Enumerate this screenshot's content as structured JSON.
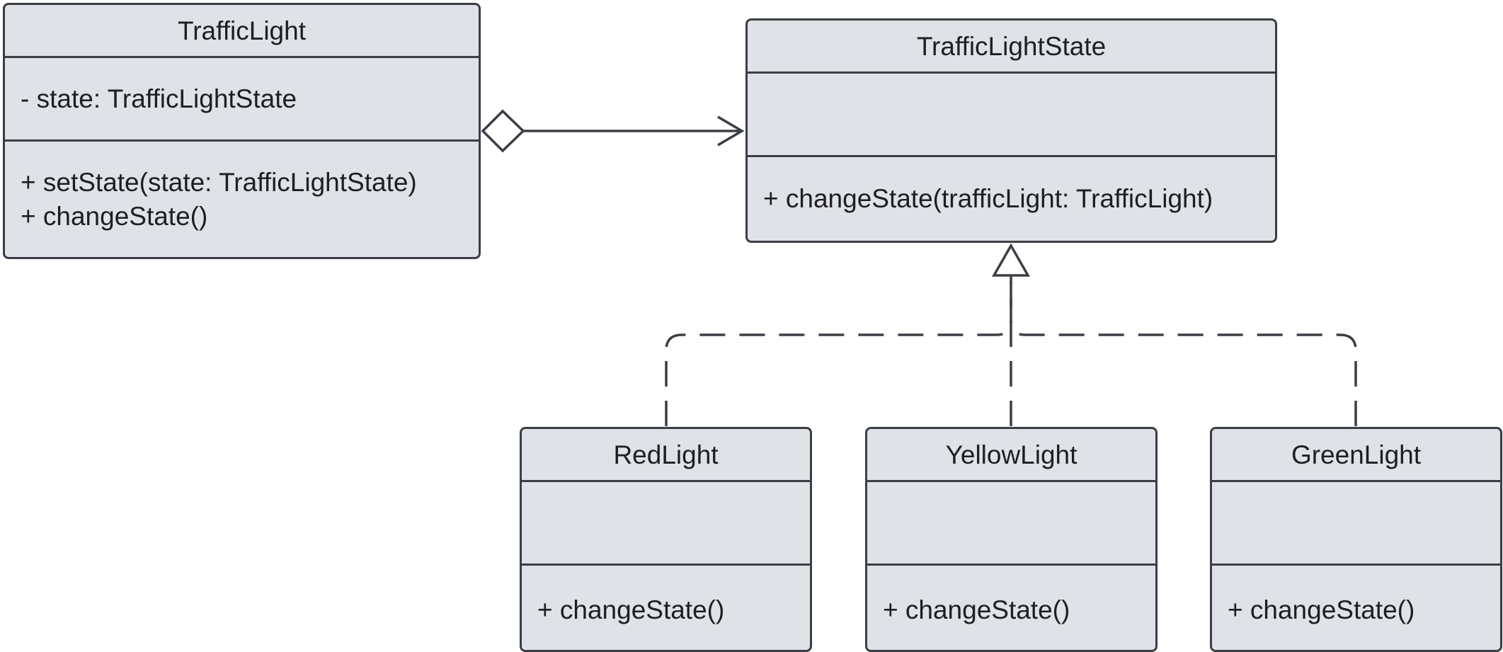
{
  "colors": {
    "box_fill": "#dfe2e6",
    "stroke": "#3b3f45",
    "text": "#1f1f1f"
  },
  "classes": {
    "traffic_light": {
      "name": "TrafficLight",
      "attributes": [
        "- state: TrafficLightState"
      ],
      "operations": [
        "+ setState(state: TrafficLightState)",
        "+ changeState()"
      ]
    },
    "traffic_light_state": {
      "name": "TrafficLightState",
      "attributes": [],
      "operations": [
        "+ changeState(trafficLight: TrafficLight)"
      ]
    },
    "red_light": {
      "name": "RedLight",
      "attributes": [],
      "operations": [
        "+ changeState()"
      ]
    },
    "yellow_light": {
      "name": "YellowLight",
      "attributes": [],
      "operations": [
        "+ changeState()"
      ]
    },
    "green_light": {
      "name": "GreenLight",
      "attributes": [],
      "operations": [
        "+ changeState()"
      ]
    }
  },
  "relationships": [
    {
      "type": "aggregation",
      "from": "TrafficLight",
      "to": "TrafficLightState"
    },
    {
      "type": "realization",
      "from": "RedLight",
      "to": "TrafficLightState"
    },
    {
      "type": "realization",
      "from": "YellowLight",
      "to": "TrafficLightState"
    },
    {
      "type": "realization",
      "from": "GreenLight",
      "to": "TrafficLightState"
    }
  ]
}
